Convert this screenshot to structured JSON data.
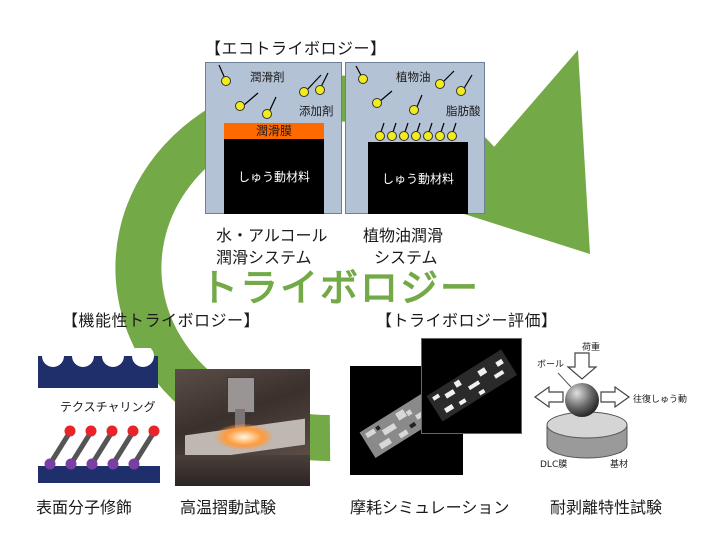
{
  "eco": {
    "title": "【エコトライボロジー】",
    "left_panel": {
      "lubricant_label": "潤滑剤",
      "additive_label": "添加剤",
      "film_label": "潤滑膜",
      "material_label": "しゅう動材料"
    },
    "right_panel": {
      "oil_label": "植物油",
      "fatty_acid_label": "脂肪酸",
      "material_label": "しゅう動材料"
    },
    "caption_left_line1": "水・アルコール",
    "caption_left_line2": "潤滑システム",
    "caption_right_line1": "植物油潤滑",
    "caption_right_line2": "システム"
  },
  "center_title": "トライボロジー",
  "functional": {
    "title": "【機能性トライボロジー】",
    "texturing_label": "テクスチャリング",
    "caption_surface": "表面分子修飾",
    "caption_high_temp": "高温摺動試験"
  },
  "evaluation": {
    "title": "【トライボロジー評価】",
    "caption_wear": "摩耗シミュレーション",
    "caption_peel": "耐剥離特性試験",
    "load_label": "荷重",
    "ball_label": "ボール",
    "slide_label": "往復しゅう動",
    "dlc_label": "DLC膜",
    "substrate_label": "基材"
  },
  "colors": {
    "cycle_green": "#73a947",
    "panel": "#b4c2d6",
    "film_orange": "#ff6a00",
    "molecule_yellow": "#f2ec1c",
    "navy": "#1f2f6b",
    "red_molecule": "#e8232a",
    "purple_molecule": "#7a3fa3"
  }
}
